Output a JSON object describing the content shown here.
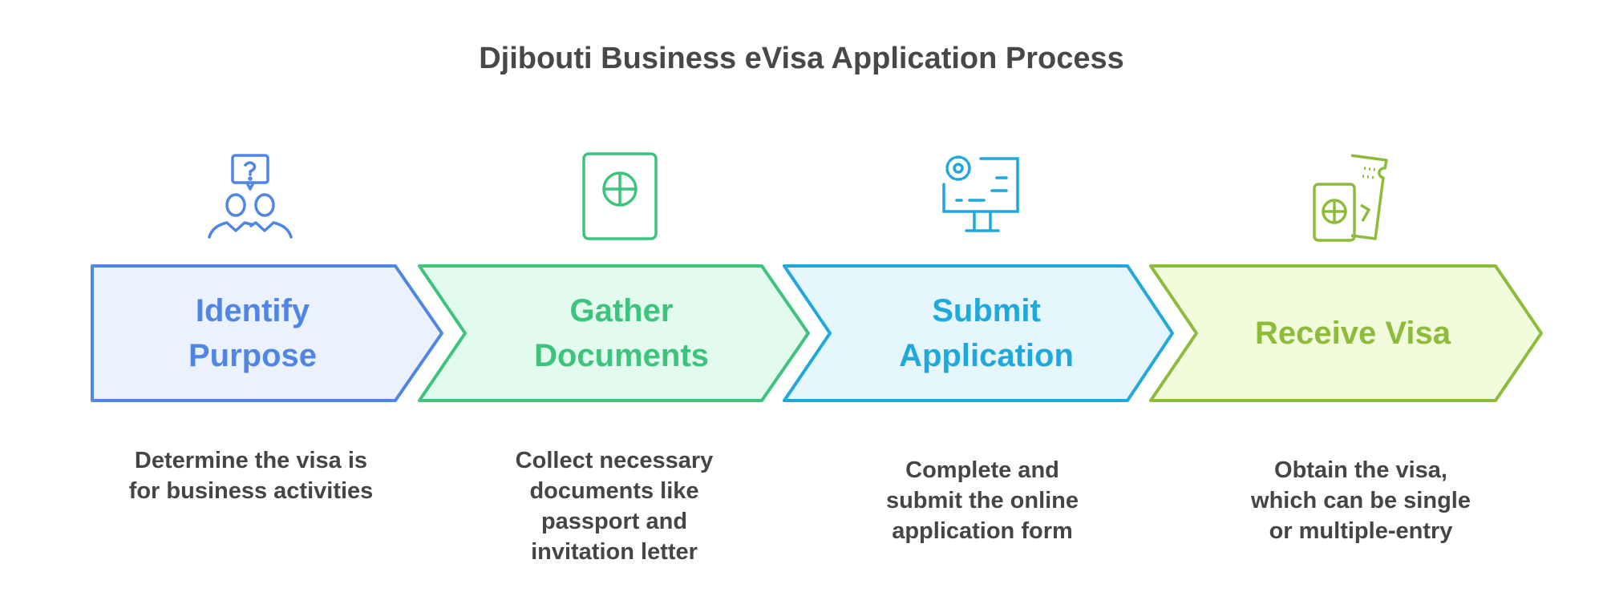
{
  "title": "Djibouti Business eVisa Application Process",
  "steps": [
    {
      "label_line1": "Identify",
      "label_line2": "Purpose",
      "desc": [
        "Determine the visa is",
        "for business activities"
      ],
      "icon": "people-question-icon",
      "color": "#4f86e6",
      "fill": "#ebf2fe"
    },
    {
      "label_line1": "Gather",
      "label_line2": "Documents",
      "desc": [
        "Collect necessary",
        "documents like",
        "passport and",
        "invitation letter"
      ],
      "icon": "passport-icon",
      "color": "#3cc47c",
      "fill": "#e3fbee"
    },
    {
      "label_line1": "Submit",
      "label_line2": "Application",
      "desc": [
        "Complete and",
        "submit the online",
        "application form"
      ],
      "icon": "computer-settings-icon",
      "color": "#1fa8dc",
      "fill": "#e5f6fd"
    },
    {
      "label_line1": "Receive Visa",
      "label_line2": "",
      "desc": [
        "Obtain the visa,",
        "which can be single",
        "or multiple-entry"
      ],
      "icon": "passport-ticket-icon",
      "color": "#8dbb3a",
      "fill": "#f2fbdc"
    }
  ]
}
